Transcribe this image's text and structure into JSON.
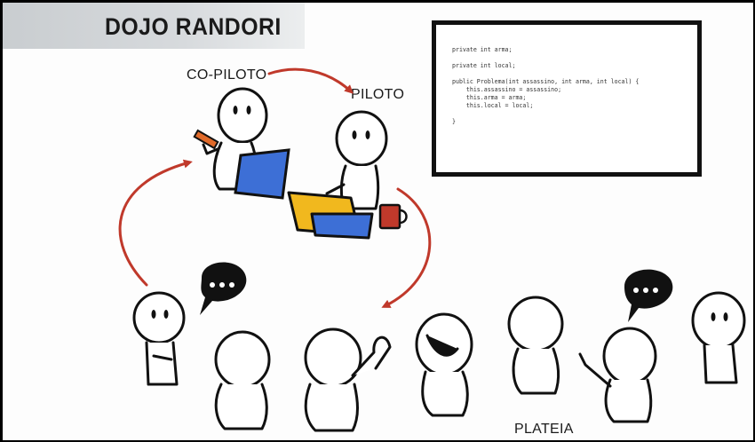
{
  "title": "DOJO RANDORI",
  "labels": {
    "copiloto": "CO-PILOTO",
    "piloto": "PILOTO",
    "plateia": "PLATEIA"
  },
  "code_lines": [
    "private int arma;",
    "",
    "private int local;",
    "",
    "public Problema(int assassino, int arma, int local) {",
    "    this.assassino = assassino;",
    "    this.arma = arma;",
    "    this.local = local;",
    "",
    "}"
  ],
  "speech_bubbles": [
    "...",
    "..."
  ],
  "colors": {
    "arrow": "#c0392b",
    "tablet": "#3d6fd6",
    "laptop_screen": "#f1b81e",
    "laptop_base": "#3d6fd6",
    "mug": "#c0392b",
    "title_bar": "#d0d3d6"
  },
  "icons": [
    "pencil-icon",
    "tablet-icon",
    "laptop-icon",
    "mug-icon",
    "speech-bubble-icon"
  ]
}
